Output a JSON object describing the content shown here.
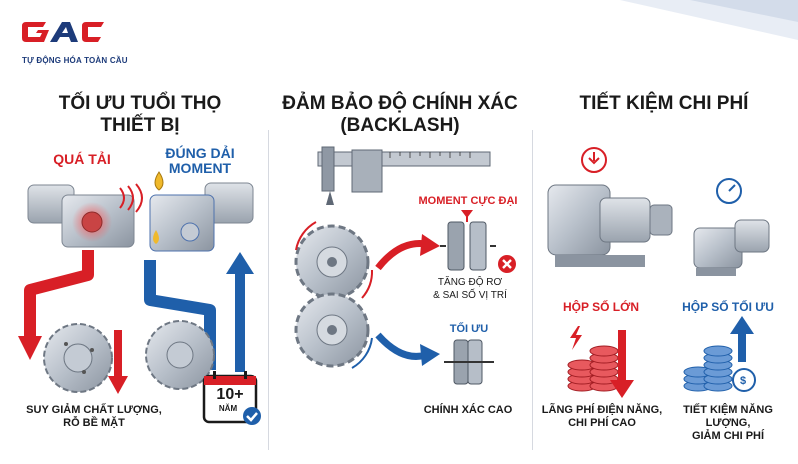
{
  "brand": {
    "logo": "GAC",
    "tagline": "TỰ ĐỘNG HÓA TOÀN CẦU"
  },
  "sections": [
    {
      "title_line1": "TỐI ƯU TUỔI THỌ",
      "title_line2": "THIẾT BỊ",
      "left_label": "QUÁ TẢI",
      "right_label_line1": "ĐÚNG DẢI",
      "right_label_line2": "MOMENT",
      "badge_number": "10+",
      "badge_unit": "NĂM",
      "caption_line1": "SUY GIẢM CHẤT LƯỢNG,",
      "caption_line2": "RỖ BỀ MẶT"
    },
    {
      "title_line1": "ĐẢM BẢO ĐỘ CHÍNH XÁC",
      "title_line2": "(BACKLASH)",
      "top_label": "MOMENT CỰC ĐẠI",
      "warn_line1": "TĂNG ĐỘ RƠ",
      "warn_line2": "& SAI SỐ VỊ TRÍ",
      "opt_label": "TỐI ƯU",
      "caption": "CHÍNH XÁC CAO"
    },
    {
      "title": "TIẾT KIỆM CHI PHÍ",
      "big_label": "HỘP SỐ LỚN",
      "opt_label": "HỘP SỐ TỐI ƯU",
      "caption_left_line1": "LÃNG PHÍ ĐIỆN NĂNG,",
      "caption_left_line2": "CHI PHÍ CAO",
      "caption_right_line1": "TIẾT KIỆM NĂNG LƯỢNG,",
      "caption_right_line2": "GIẢM CHI PHÍ"
    }
  ],
  "colors": {
    "red": "#d81f26",
    "blue": "#1f5faa",
    "dark": "#1a1a1a",
    "metal": "#a9b1bc"
  }
}
